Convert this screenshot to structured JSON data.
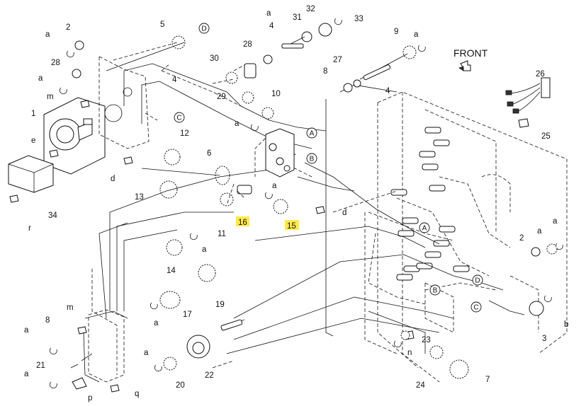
{
  "front": {
    "label": "FRONT"
  },
  "highlight_color": "#ffe94a",
  "callouts": [
    {
      "id": "c-2a",
      "text": "2"
    },
    {
      "id": "c-a1",
      "text": "a"
    },
    {
      "id": "c-28a",
      "text": "28"
    },
    {
      "id": "c-a2",
      "text": "a"
    },
    {
      "id": "c-m1",
      "text": "m"
    },
    {
      "id": "c-1",
      "text": "1"
    },
    {
      "id": "c-e",
      "text": "e"
    },
    {
      "id": "c-r",
      "text": "r"
    },
    {
      "id": "c-34",
      "text": "34"
    },
    {
      "id": "c-5",
      "text": "5"
    },
    {
      "id": "c-4a",
      "text": "4"
    },
    {
      "id": "c-30",
      "text": "30"
    },
    {
      "id": "c-29",
      "text": "29"
    },
    {
      "id": "c-28b",
      "text": "28"
    },
    {
      "id": "c-4b",
      "text": "4"
    },
    {
      "id": "c-31",
      "text": "31"
    },
    {
      "id": "c-32",
      "text": "32"
    },
    {
      "id": "c-33",
      "text": "33"
    },
    {
      "id": "c-a3",
      "text": "a"
    },
    {
      "id": "c-9",
      "text": "9"
    },
    {
      "id": "c-a4",
      "text": "a"
    },
    {
      "id": "c-8a",
      "text": "8"
    },
    {
      "id": "c-27",
      "text": "27"
    },
    {
      "id": "c-4c",
      "text": "4"
    },
    {
      "id": "c-10",
      "text": "10"
    },
    {
      "id": "c-a5",
      "text": "a"
    },
    {
      "id": "c-12",
      "text": "12"
    },
    {
      "id": "c-d1",
      "text": "d"
    },
    {
      "id": "c-13",
      "text": "13"
    },
    {
      "id": "c-6",
      "text": "6"
    },
    {
      "id": "c-11",
      "text": "11"
    },
    {
      "id": "c-16",
      "text": "16"
    },
    {
      "id": "c-15",
      "text": "15"
    },
    {
      "id": "c-a6",
      "text": "a"
    },
    {
      "id": "c-d2",
      "text": "d"
    },
    {
      "id": "c-26",
      "text": "26"
    },
    {
      "id": "c-25",
      "text": "25"
    },
    {
      "id": "c-14",
      "text": "14"
    },
    {
      "id": "c-a7",
      "text": "a"
    },
    {
      "id": "c-19",
      "text": "19"
    },
    {
      "id": "c-17",
      "text": "17"
    },
    {
      "id": "c-a8",
      "text": "a"
    },
    {
      "id": "c-m2",
      "text": "m"
    },
    {
      "id": "c-8b",
      "text": "8"
    },
    {
      "id": "c-a9",
      "text": "a"
    },
    {
      "id": "c-21",
      "text": "21"
    },
    {
      "id": "c-a10",
      "text": "a"
    },
    {
      "id": "c-p",
      "text": "p"
    },
    {
      "id": "c-q",
      "text": "q"
    },
    {
      "id": "c-a11",
      "text": "a"
    },
    {
      "id": "c-20",
      "text": "20"
    },
    {
      "id": "c-22",
      "text": "22"
    },
    {
      "id": "c-2b",
      "text": "2"
    },
    {
      "id": "c-a12",
      "text": "a"
    },
    {
      "id": "c-a13",
      "text": "a"
    },
    {
      "id": "c-3",
      "text": "3"
    },
    {
      "id": "c-b",
      "text": "b"
    },
    {
      "id": "c-23",
      "text": "23"
    },
    {
      "id": "c-n",
      "text": "n"
    },
    {
      "id": "c-24",
      "text": "24"
    },
    {
      "id": "c-7",
      "text": "7"
    }
  ],
  "connectors": [
    {
      "id": "k-D1",
      "text": "D"
    },
    {
      "id": "k-C1",
      "text": "C"
    },
    {
      "id": "k-A1",
      "text": "A"
    },
    {
      "id": "k-B1",
      "text": "B"
    },
    {
      "id": "k-A2",
      "text": "A"
    },
    {
      "id": "k-B2",
      "text": "B"
    },
    {
      "id": "k-D2",
      "text": "D"
    },
    {
      "id": "k-C2",
      "text": "C"
    }
  ]
}
